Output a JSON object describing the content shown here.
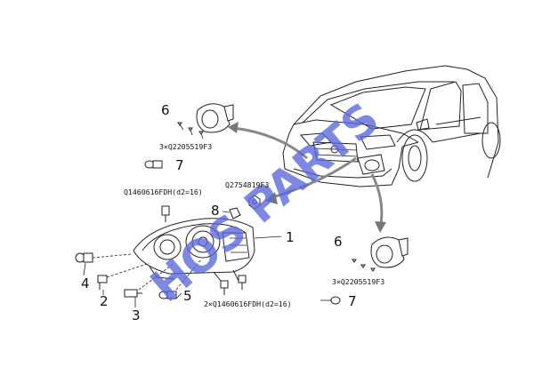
{
  "callouts": {
    "c1": "1",
    "c2": "2",
    "c3": "3",
    "c4": "4",
    "c5": "5",
    "c6_top": "6",
    "c6_bottom": "6",
    "c7_top": "7",
    "c7_bottom": "7",
    "c8": "8"
  },
  "part_codes": {
    "fog_screws_top": "3×Q2205519F3",
    "fog_screws_bottom": "3×Q2205519F3",
    "bolt_top": "Q1460616FDH(d2=16)",
    "nut": "Q2754819F3",
    "bolts_bottom": "2×Q1460616FDH(d2=16)"
  },
  "watermark": "HOS PARTS",
  "colors": {
    "line": "#222222",
    "watermark": "#5866dc"
  }
}
